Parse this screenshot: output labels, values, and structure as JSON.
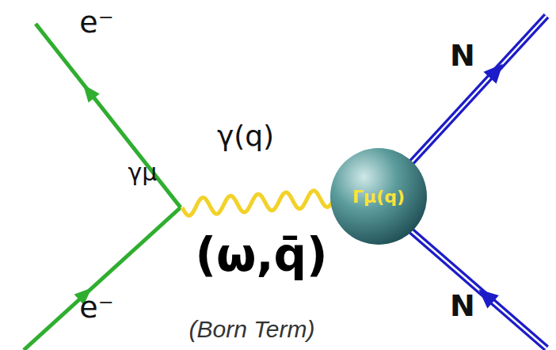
{
  "diagram": {
    "caption": "(Born Term)",
    "nodes": [
      {
        "text": [
          "Γμ(q)"
        ]
      }
    ],
    "labels": [
      "e⁻",
      "e⁻",
      "γμ",
      "γ(q)",
      "(ω,q̄)",
      "N",
      "N"
    ]
  }
}
